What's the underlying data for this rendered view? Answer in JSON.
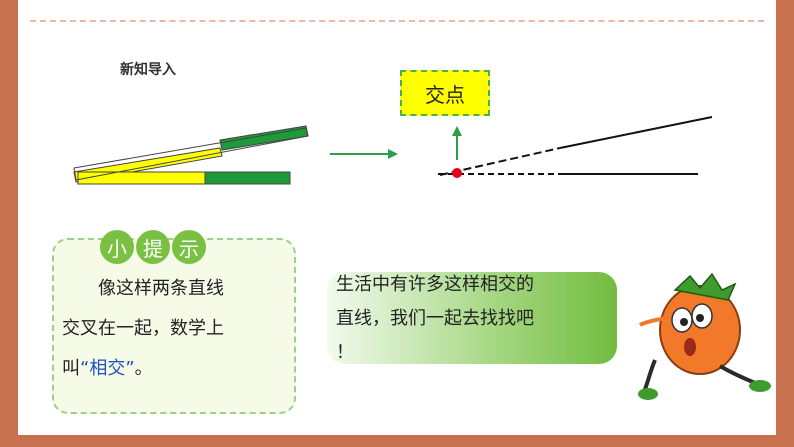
{
  "slide": {
    "title": "新知导入",
    "intersection_label": "交点",
    "tip": {
      "badge": [
        "小",
        "提",
        "示"
      ],
      "line1": "像这样两条直线",
      "line2": "交叉在一起，数学上",
      "line3_prefix": "叫",
      "line3_term": "“相交”",
      "line3_suffix": "。"
    },
    "speech": {
      "line1": "生活中有许多这样相交的",
      "line2": "直线，我们一起去找找吧",
      "line3": "！"
    }
  },
  "colors": {
    "frame": "#c8714f",
    "stick_yellow": "#ffff00",
    "stick_green": "#1f9a3a",
    "arrow_green": "#2aa04a",
    "intersection_dot": "#e8001c",
    "tip_badge": "#7ac143"
  }
}
